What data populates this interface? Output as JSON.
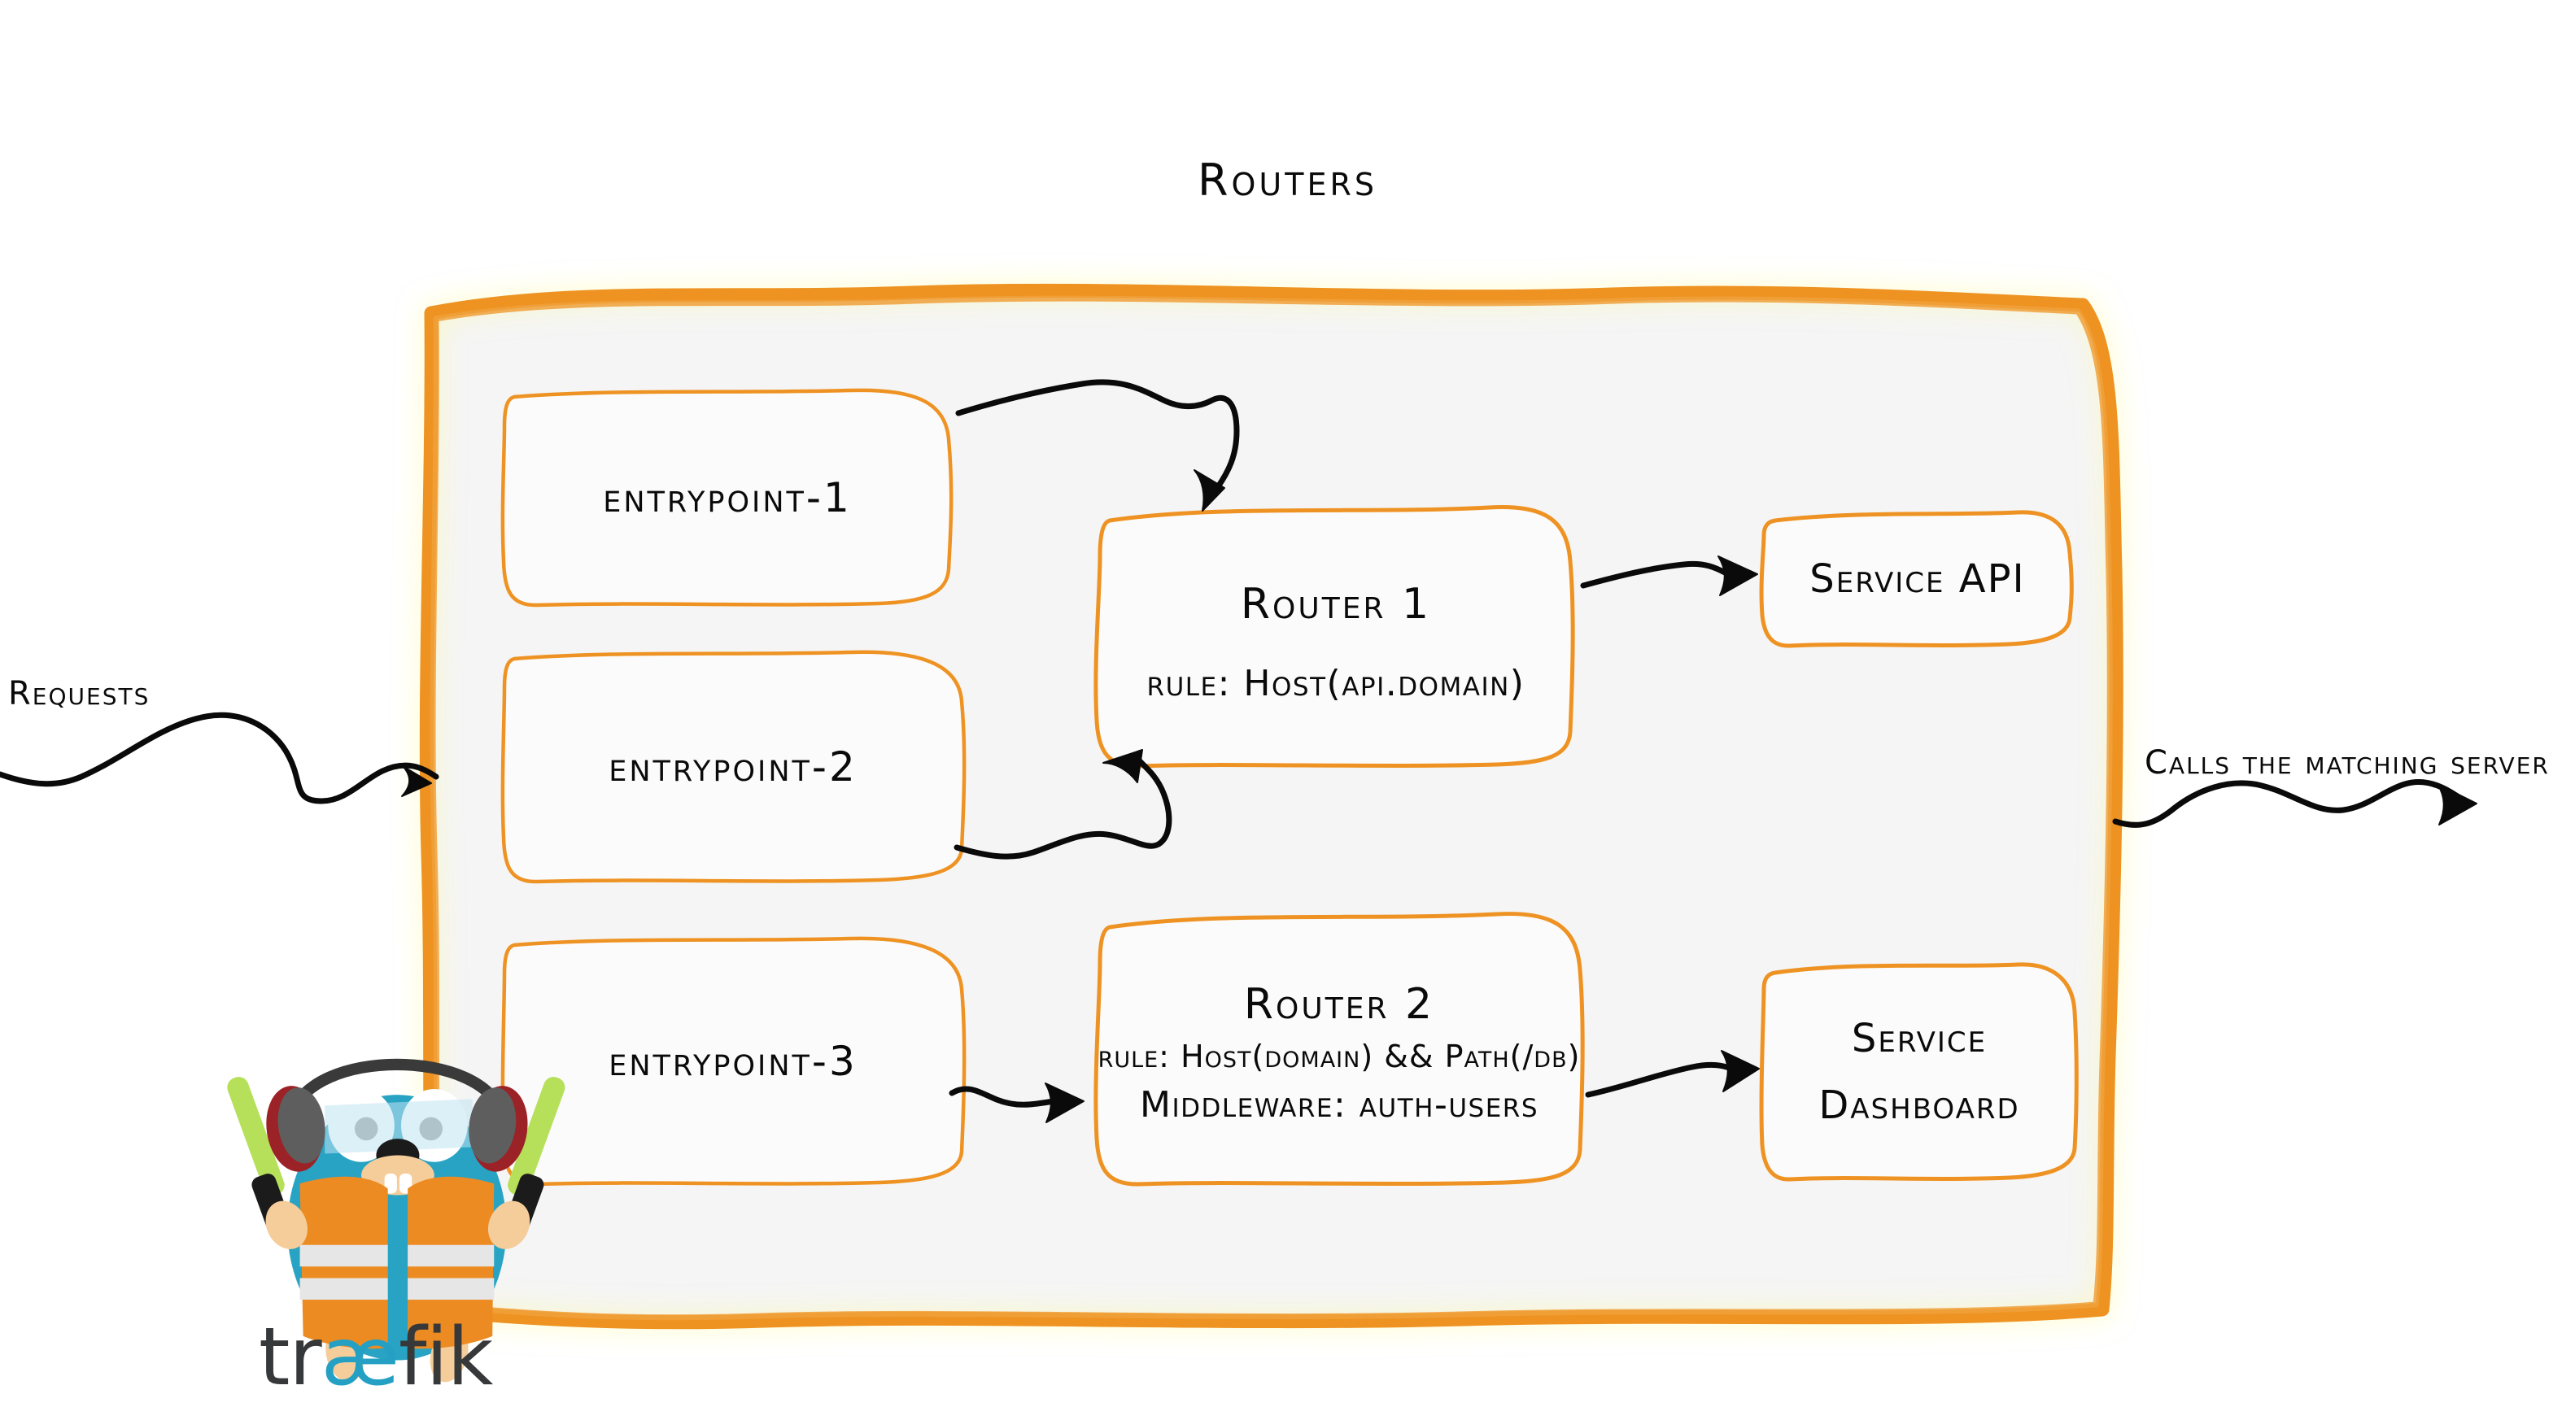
{
  "diagram": {
    "title": "Routers",
    "brand": "traefik",
    "colors": {
      "accent_orange": "#EE9323",
      "panel_fill": "#F5F5F5",
      "box_fill": "#FBFBFB",
      "ink": "#0A0A0A",
      "gopher_body": "#29A3C3",
      "gopher_vest": "#ED8B23",
      "wand_green": "#B6E05A",
      "wordmark_dark": "#37383A",
      "wordmark_cyan": "#24A0C4"
    }
  },
  "edge_labels": {
    "left": "Requests",
    "right": "Calls the matching server"
  },
  "entrypoints": [
    {
      "label": "entrypoint-1"
    },
    {
      "label": "entrypoint-2"
    },
    {
      "label": "entrypoint-3"
    }
  ],
  "routers": [
    {
      "title": "Router 1",
      "lines": [
        "rule: Host(api.domain)"
      ]
    },
    {
      "title": "Router 2",
      "lines": [
        "rule: Host(domain) && Path(/db)",
        "Middleware: auth-users"
      ]
    }
  ],
  "services": [
    {
      "line1": "Service API",
      "line2": ""
    },
    {
      "line1": "Service",
      "line2": "Dashboard"
    }
  ],
  "wordmark": {
    "pre": "tr",
    "ae": "æ",
    "post": "fik"
  }
}
